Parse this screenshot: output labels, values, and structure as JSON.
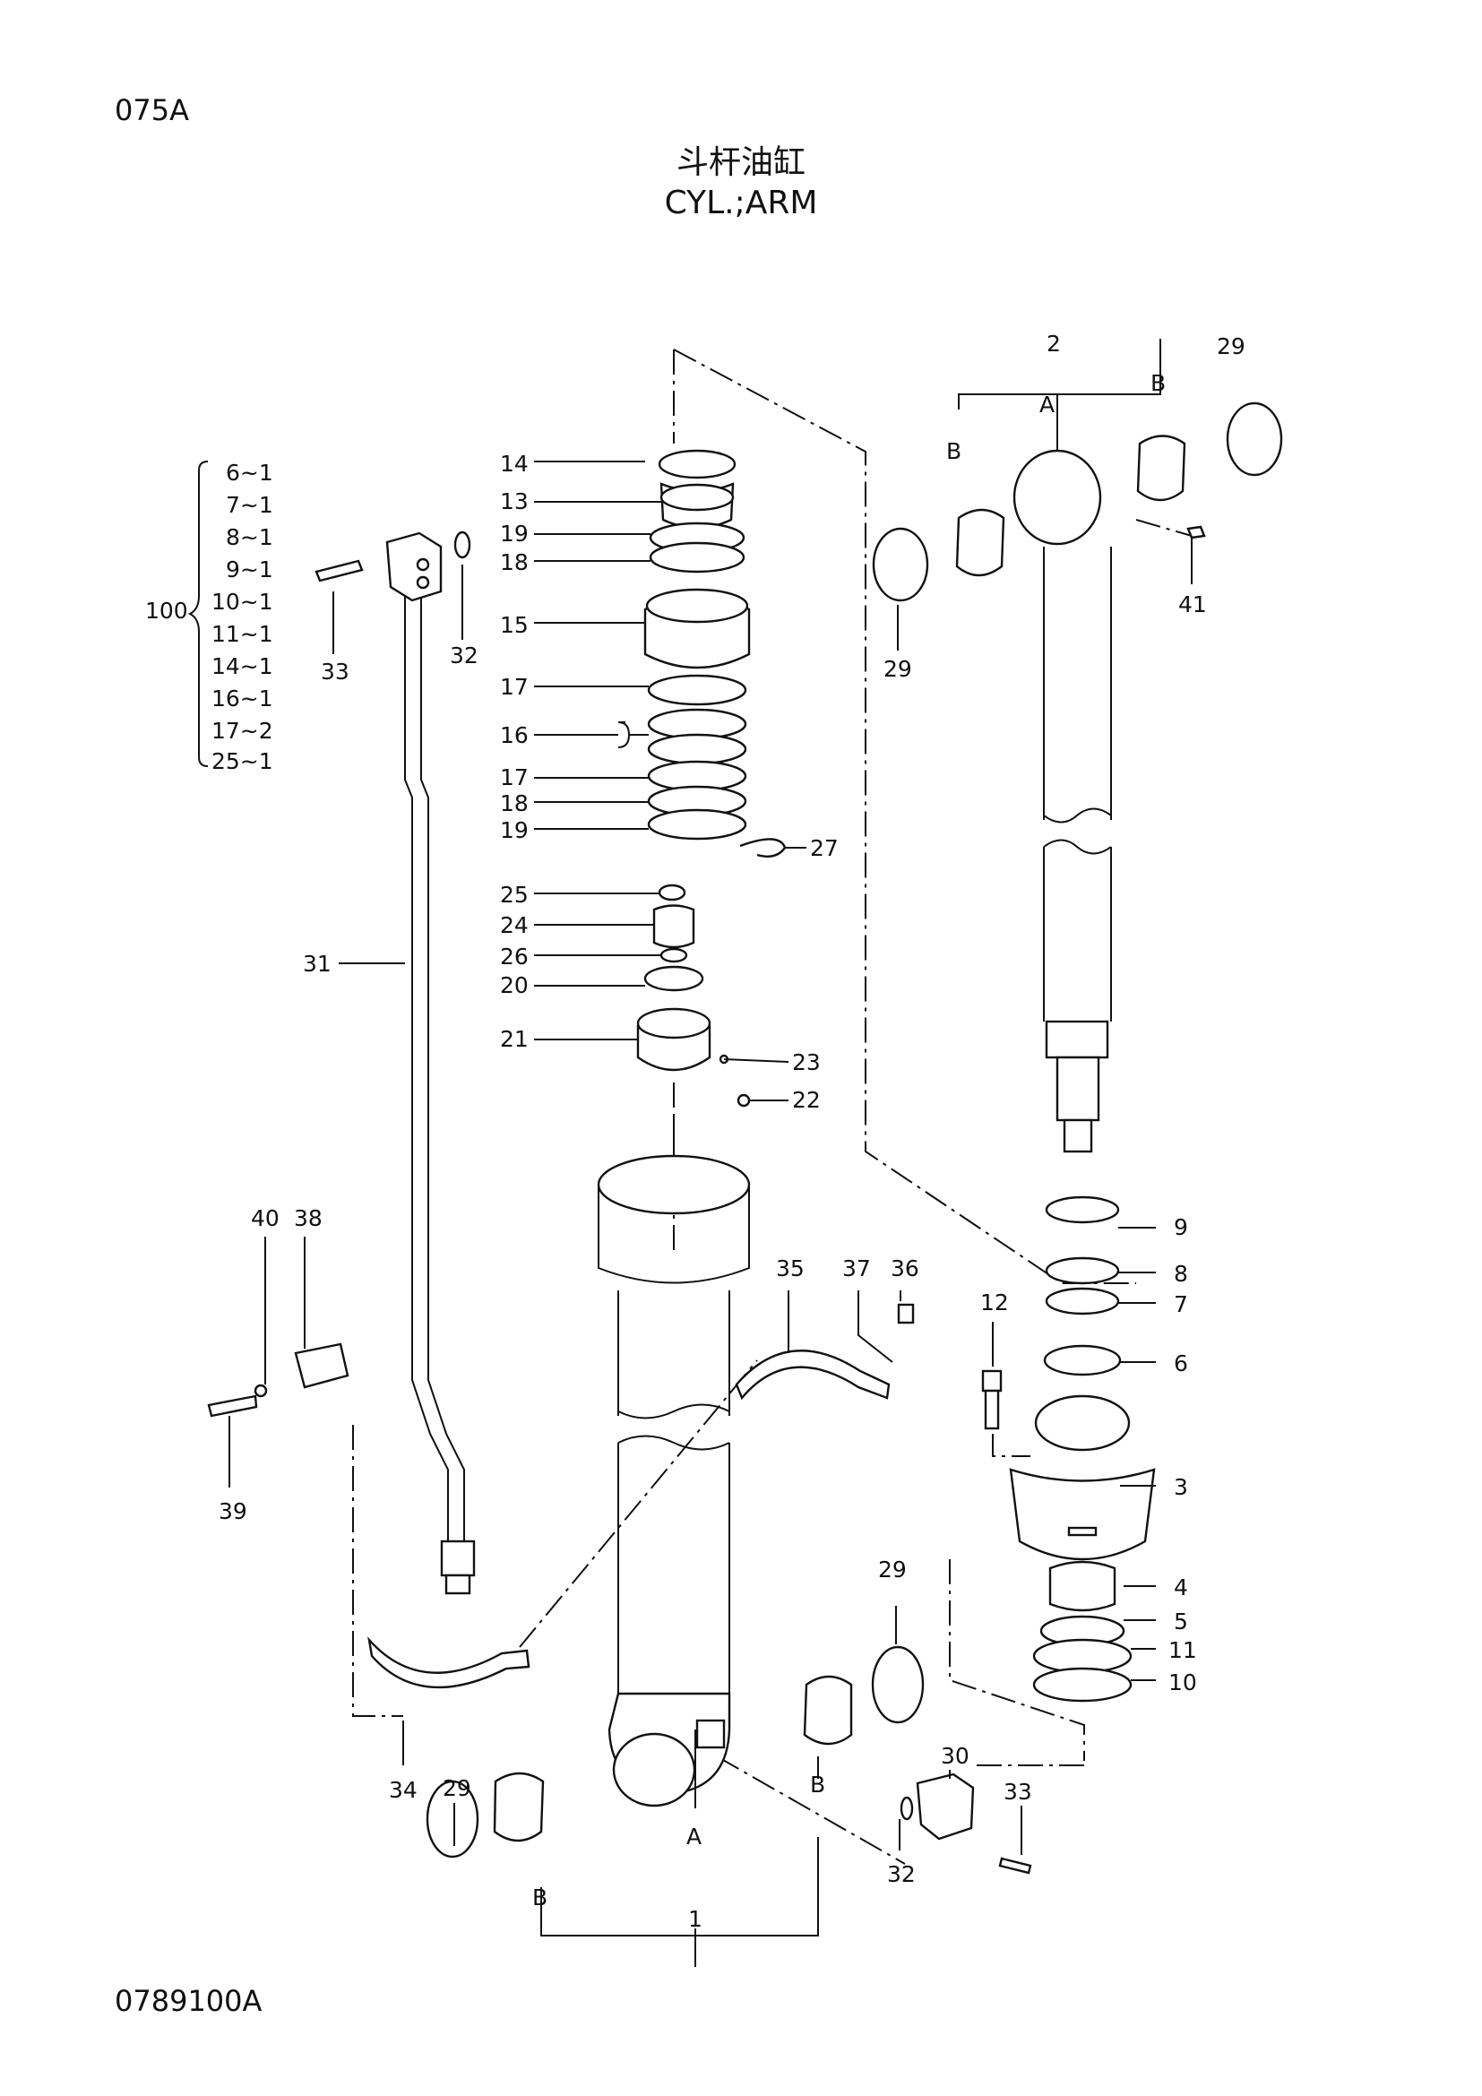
{
  "page_code": "075A",
  "title_cn": "斗杆油缸",
  "title_en": "CYL.;ARM",
  "drawing_code": "0789100A",
  "kit": {
    "number": "100",
    "contents": [
      "6~1",
      "7~1",
      "8~1",
      "9~1",
      "10~1",
      "11~1",
      "14~1",
      "16~1",
      "17~2",
      "25~1"
    ]
  },
  "callouts": {
    "c1": "1",
    "c2": "2",
    "c3": "3",
    "c4": "4",
    "c5": "5",
    "c6": "6",
    "c7": "7",
    "c8": "8",
    "c9": "9",
    "c10": "10",
    "c11": "11",
    "c12": "12",
    "c13": "13",
    "c14": "14",
    "c15": "15",
    "c16": "16",
    "c17a": "17",
    "c17b": "17",
    "c18a": "18",
    "c18b": "18",
    "c19a": "19",
    "c19b": "19",
    "c20": "20",
    "c21": "21",
    "c22": "22",
    "c23": "23",
    "c24": "24",
    "c25": "25",
    "c26": "26",
    "c27": "27",
    "c29a": "29",
    "c29b": "29",
    "c29c": "29",
    "c29d": "29",
    "c30": "30",
    "c31": "31",
    "c32a": "32",
    "c32b": "32",
    "c33a": "33",
    "c33b": "33",
    "c34": "34",
    "c35": "35",
    "c36": "36",
    "c37": "37",
    "c38": "38",
    "c39": "39",
    "c40": "40",
    "c41": "41"
  },
  "markers": {
    "a_top": "A",
    "b_top_left": "B",
    "b_top_right": "B",
    "a_bottom": "A",
    "b_bottom_left": "B",
    "b_bottom_right": "B"
  }
}
